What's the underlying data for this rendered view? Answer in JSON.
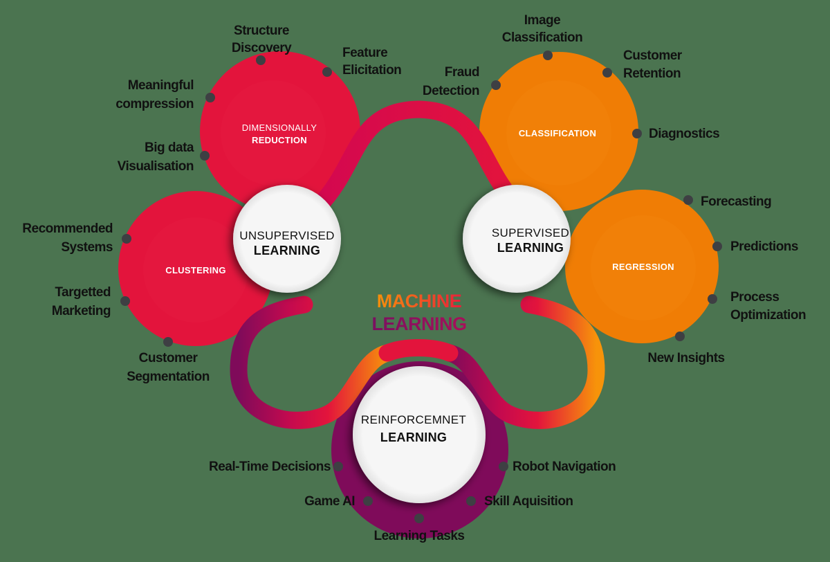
{
  "title": {
    "line1": "MACHINE",
    "line2": "LEARNING"
  },
  "colors": {
    "background": "#4b7450",
    "unsupervised_red": "#e3143c",
    "supervised_orange": "#f07d05",
    "reinforcement_purple": "#7f0b5a",
    "hub_white": "#f5f5f5",
    "dot": "#3e3f43"
  },
  "hubs": {
    "unsupervised": {
      "line1": "UNSUPERVISED",
      "line2": "LEARNING"
    },
    "supervised": {
      "line1": "SUPERVISED",
      "line2": "LEARNING"
    },
    "reinforcement": {
      "line1": "REINFORCEMNET",
      "line2": "LEARNING"
    }
  },
  "subcategories": {
    "dimensionality_reduction": {
      "line1": "DIMENSIONALLY",
      "line2": "REDUCTION",
      "applications": [
        {
          "line1": "Structure",
          "line2": "Discovery"
        },
        {
          "line1": "Feature",
          "line2": "Elicitation"
        },
        {
          "line1": "Meaningful",
          "line2": "compression"
        },
        {
          "line1": "Big data",
          "line2": "Visualisation"
        }
      ]
    },
    "clustering": {
      "label": "CLUSTERING",
      "applications": [
        {
          "line1": "Recommended",
          "line2": "Systems"
        },
        {
          "line1": "Targetted",
          "line2": "Marketing"
        },
        {
          "line1": "Customer",
          "line2": "Segmentation"
        }
      ]
    },
    "classification": {
      "label": "CLASSIFICATION",
      "applications": [
        {
          "line1": "Image",
          "line2": "Classification"
        },
        {
          "line1": "Customer",
          "line2": "Retention"
        },
        {
          "line1": "Fraud",
          "line2": "Detection"
        },
        {
          "line1": "Diagnostics"
        }
      ]
    },
    "regression": {
      "label": "REGRESSION",
      "applications": [
        {
          "line1": "Forecasting"
        },
        {
          "line1": "Predictions"
        },
        {
          "line1": "Process",
          "line2": "Optimization"
        },
        {
          "line1": "New Insights"
        }
      ]
    },
    "reinforcement": {
      "applications": [
        {
          "line1": "Real-Time Decisions"
        },
        {
          "line1": "Robot Navigation"
        },
        {
          "line1": "Game AI"
        },
        {
          "line1": "Skill Aquisition"
        },
        {
          "line1": "Learning Tasks"
        }
      ]
    }
  }
}
